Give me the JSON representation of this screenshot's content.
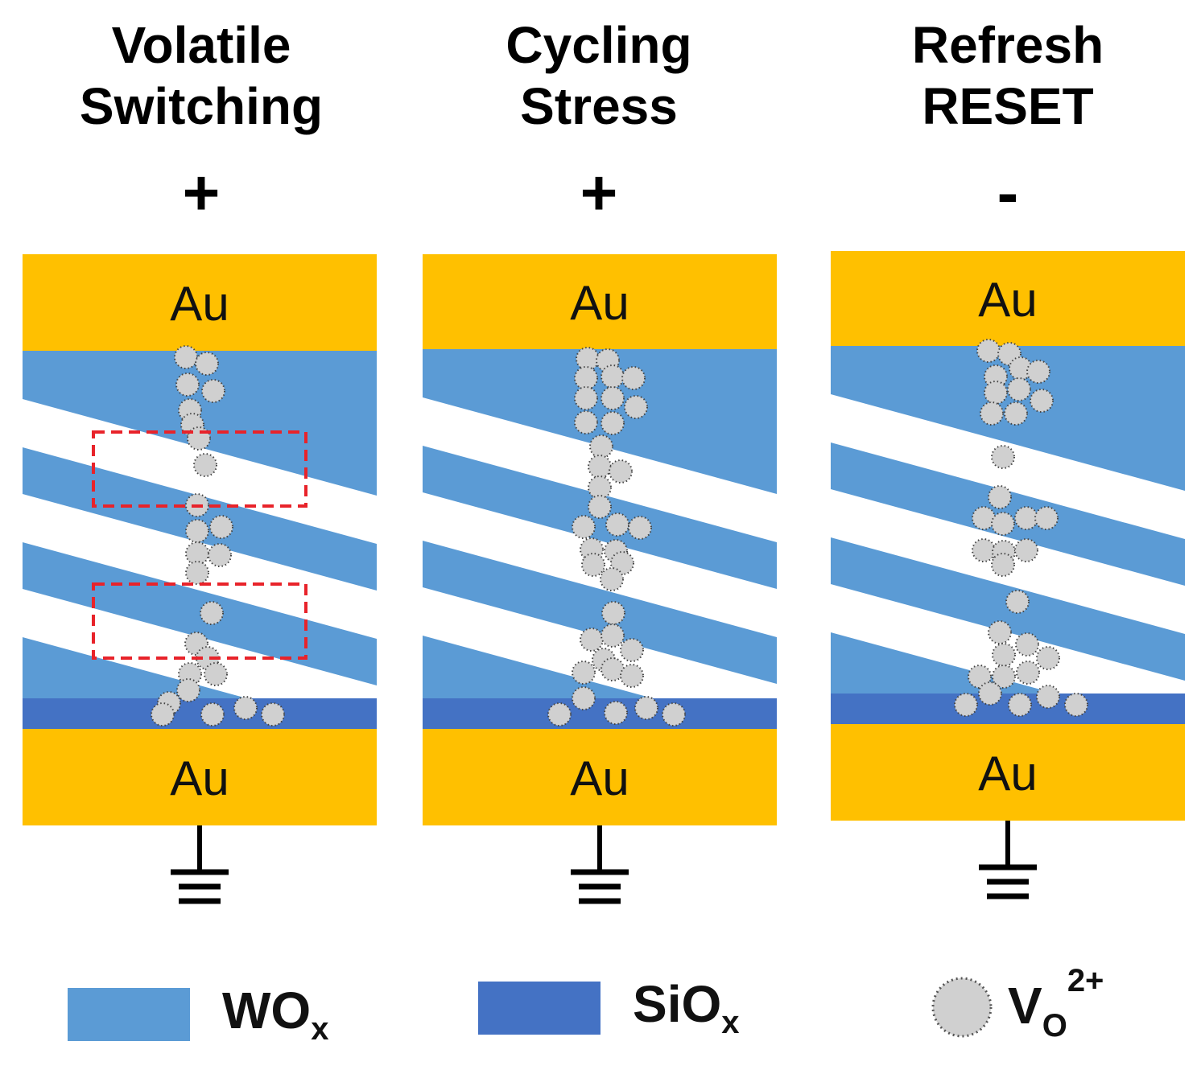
{
  "colors": {
    "au": "#FFC000",
    "wox": "#5B9BD5",
    "siox": "#4472C4",
    "vacancy": "#D0D0D0",
    "highlight_box": "#E8232A"
  },
  "panels": [
    {
      "title_line1": "Volatile",
      "title_line2": "Switching",
      "polarity": "+",
      "top_electrode": "Au",
      "bottom_electrode": "Au",
      "ground_icon": "ground-symbol",
      "filament": "broken-with-gaps"
    },
    {
      "title_line1": "Cycling",
      "title_line2": "Stress",
      "polarity": "+",
      "top_electrode": "Au",
      "bottom_electrode": "Au",
      "ground_icon": "ground-symbol",
      "filament": "continuous"
    },
    {
      "title_line1": "Refresh",
      "title_line2": "RESET",
      "polarity": "-",
      "top_electrode": "Au",
      "bottom_electrode": "Au",
      "ground_icon": "ground-symbol",
      "filament": "broken-with-gaps"
    }
  ],
  "legend": {
    "wox_main": "WO",
    "wox_sub": "x",
    "siox_main": "SiO",
    "siox_sub": "x",
    "vo_main": "V",
    "vo_sub": "O",
    "vo_sup": "2+"
  }
}
